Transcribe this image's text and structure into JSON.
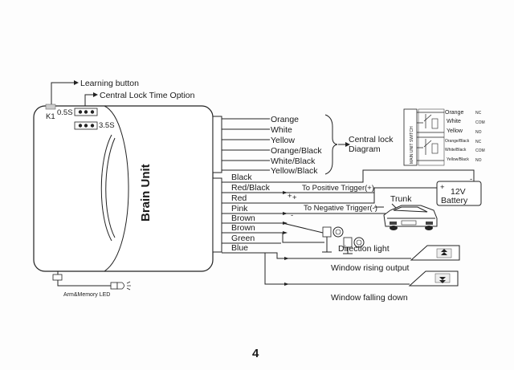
{
  "learning_button": "Learning button",
  "central_lock_time_option": "Central Lock Time Option",
  "jumper_left": "0.5S",
  "jumper_right": "3.5S",
  "k1": "K1",
  "brain_unit": "Brain Unit",
  "arm_memory_led": "Arm&Memory LED",
  "lock_wires": [
    "Orange",
    "White",
    "Yellow",
    "Orange/Black",
    "White/Black",
    "Yellow/Black"
  ],
  "central_lock_diagram": [
    "Central lock",
    "Diagram"
  ],
  "switch_label": "MAIN UNIT SWITCH",
  "relay_labels": [
    "Orange",
    "White",
    "Yellow",
    "Orange/Black",
    "White/Black",
    "Yellow/Black"
  ],
  "relay_pins": [
    "NC",
    "COM",
    "NO",
    "NC",
    "COM",
    "NO"
  ],
  "lower_wires": [
    "Black",
    "Red/Black",
    "Red",
    "Pink",
    "Brown",
    "Brown",
    "Green",
    "Blue"
  ],
  "to_positive_trigger": "To Positive Trigger(+)",
  "to_negative_trigger": "To Negative Trigger(-)",
  "trunk": "Trunk",
  "battery": [
    "12V",
    "Battery"
  ],
  "direction_light": "Direction light",
  "window_rising": "Window rising output",
  "window_falling": "Window falling down",
  "page_number": "4"
}
